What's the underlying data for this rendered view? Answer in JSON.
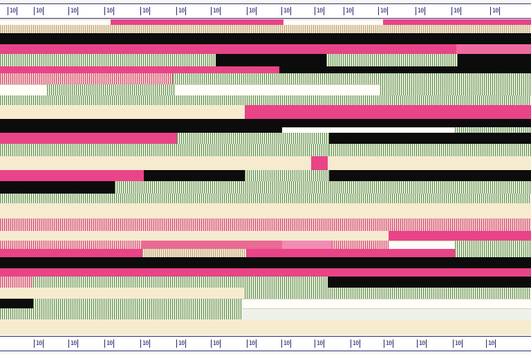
{
  "ruler_labels": [
    "10",
    "10",
    "10",
    "10",
    "10",
    "10",
    "10",
    "10",
    "10",
    "10",
    "10",
    "10",
    "10",
    "10",
    "10"
  ]
}
